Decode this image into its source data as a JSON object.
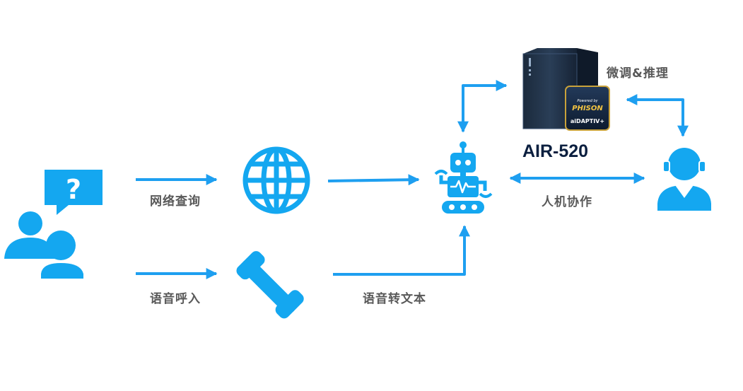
{
  "diagram": {
    "product_name": "AIR-520",
    "badge": {
      "line1": "Powered by",
      "line2": "PHISON",
      "line3": "aiDAPTIV+"
    },
    "labels": {
      "web_query": "网络查询",
      "voice_call_in": "语音呼入",
      "speech_to_text": "语音转文本",
      "human_machine_collab": "人机协作",
      "finetune_inference": "微调&推理"
    },
    "icons": {
      "users": "users-question-icon",
      "globe": "globe-icon",
      "phone": "phone-icon",
      "robot": "robot-icon",
      "server": "server-tower-icon",
      "agent": "support-agent-headset-icon"
    },
    "colors": {
      "accent": "#1e9ff0",
      "icon": "#14a7f0",
      "label": "#595959",
      "title": "#0b1f3f"
    }
  }
}
